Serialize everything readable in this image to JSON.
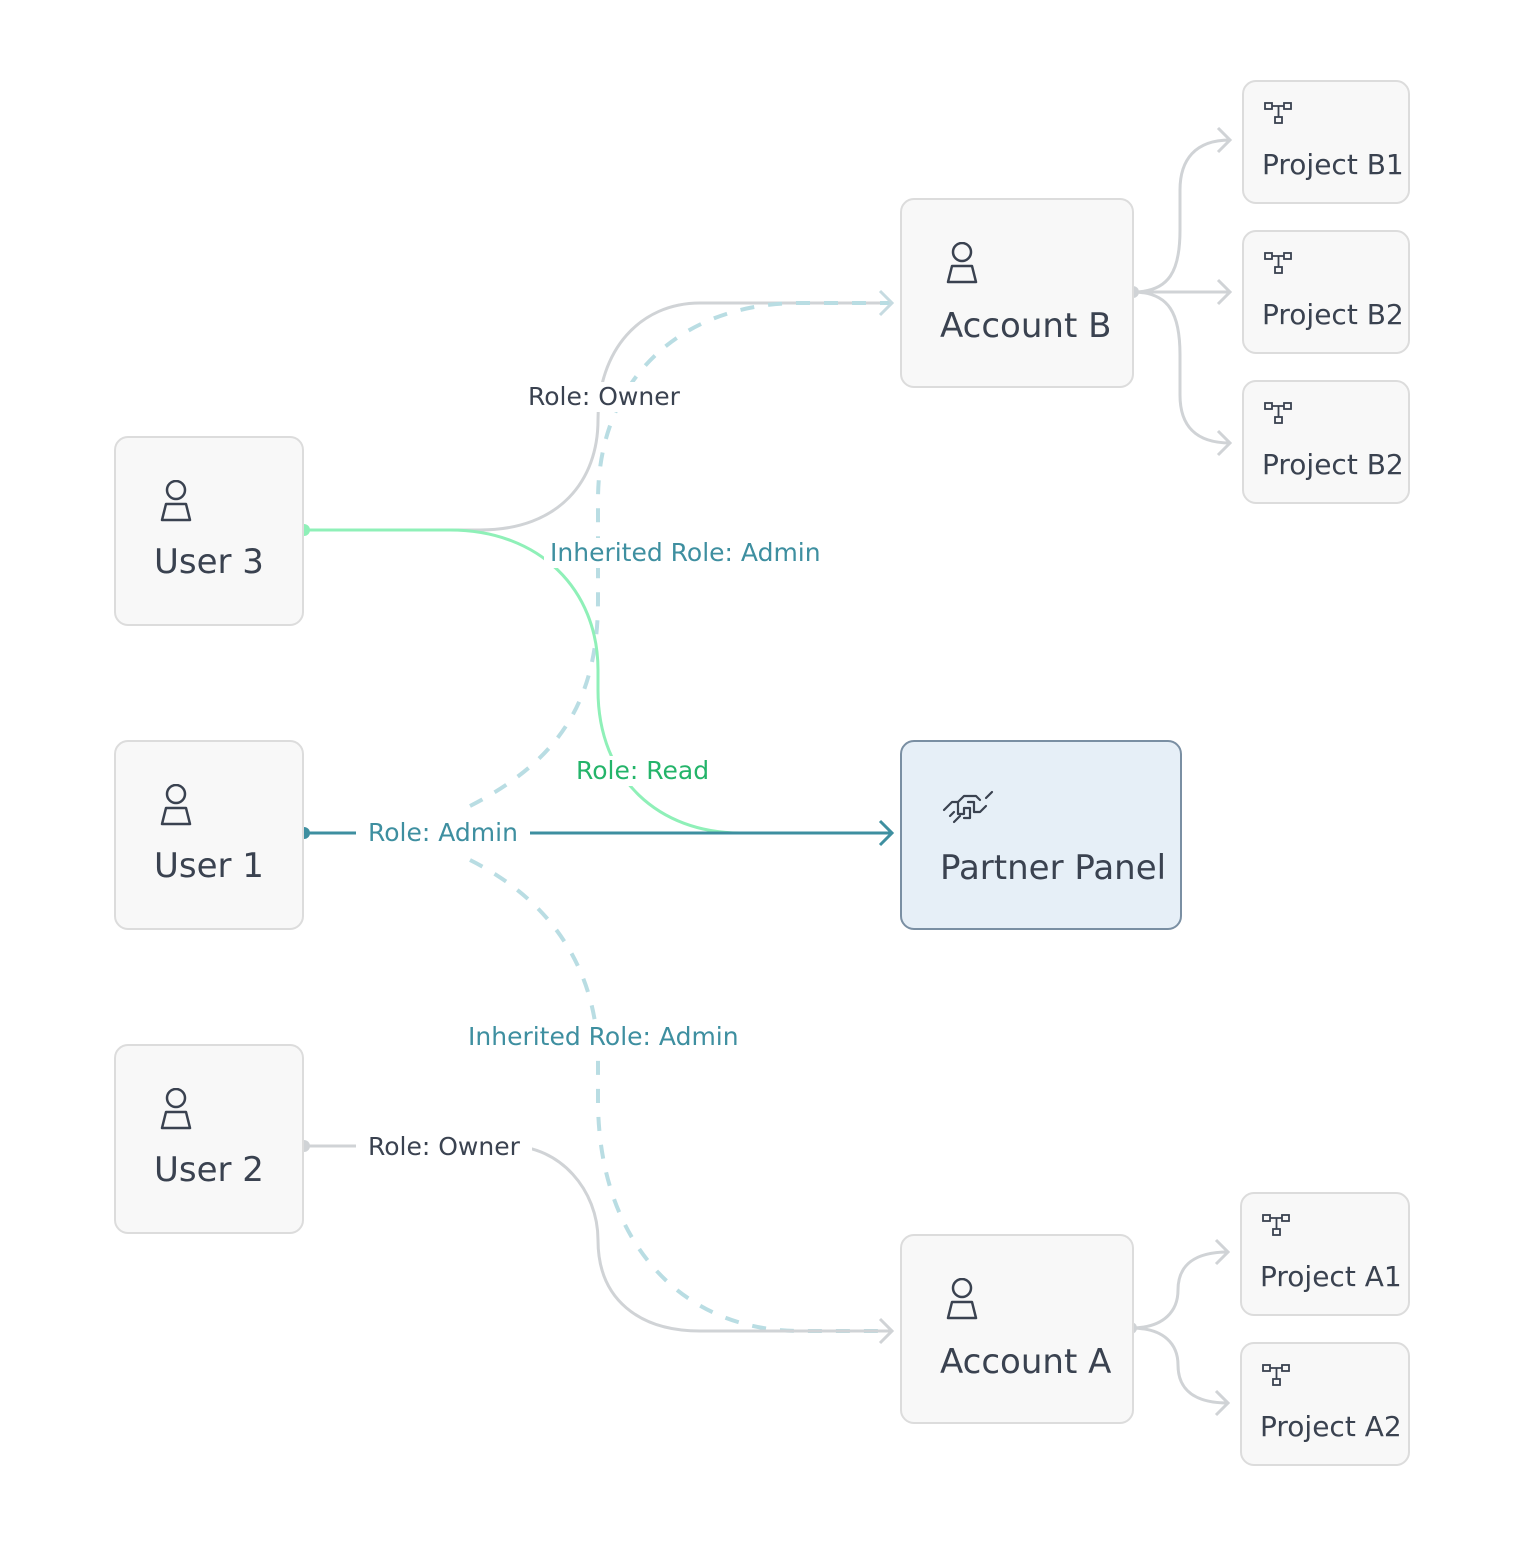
{
  "nodes": {
    "user3": {
      "label": "User 3",
      "icon": "user-icon"
    },
    "user1": {
      "label": "User 1",
      "icon": "user-icon"
    },
    "user2": {
      "label": "User 2",
      "icon": "user-icon"
    },
    "account_b": {
      "label": "Account B",
      "icon": "account-icon"
    },
    "account_a": {
      "label": "Account A",
      "icon": "account-icon"
    },
    "partner_panel": {
      "label": "Partner Panel",
      "icon": "handshake-icon"
    },
    "project_b1": {
      "label": "Project B1",
      "icon": "hierarchy-icon"
    },
    "project_b2a": {
      "label": "Project B2",
      "icon": "hierarchy-icon"
    },
    "project_b2b": {
      "label": "Project B2",
      "icon": "hierarchy-icon"
    },
    "project_a1": {
      "label": "Project A1",
      "icon": "hierarchy-icon"
    },
    "project_a2": {
      "label": "Project A2",
      "icon": "hierarchy-icon"
    }
  },
  "edges": {
    "user3_owner": {
      "label": "Role: Owner",
      "from": "User 3",
      "to": "Account B"
    },
    "user3_read": {
      "label": "Role: Read",
      "from": "User 3",
      "to": "Partner Panel"
    },
    "user1_admin": {
      "label": "Role: Admin",
      "from": "User 1",
      "to": "Partner Panel"
    },
    "user1_inherited_b": {
      "label": "Inherited Role: Admin",
      "from": "User 1",
      "to": "Account B"
    },
    "user1_inherited_a": {
      "label": "Inherited Role: Admin",
      "from": "User 1",
      "to": "Account A"
    },
    "user2_owner": {
      "label": "Role: Owner",
      "from": "User 2",
      "to": "Account A"
    }
  },
  "colors": {
    "owner_edge": "#d0d3d6",
    "admin_edge": "#3e8fa0",
    "inherited_edge": "#b9dde3",
    "read_edge": "#8ff0b8",
    "node_border": "#dcdcdc",
    "partner_fill": "#e6eff7",
    "partner_border": "#7a8fa3"
  }
}
